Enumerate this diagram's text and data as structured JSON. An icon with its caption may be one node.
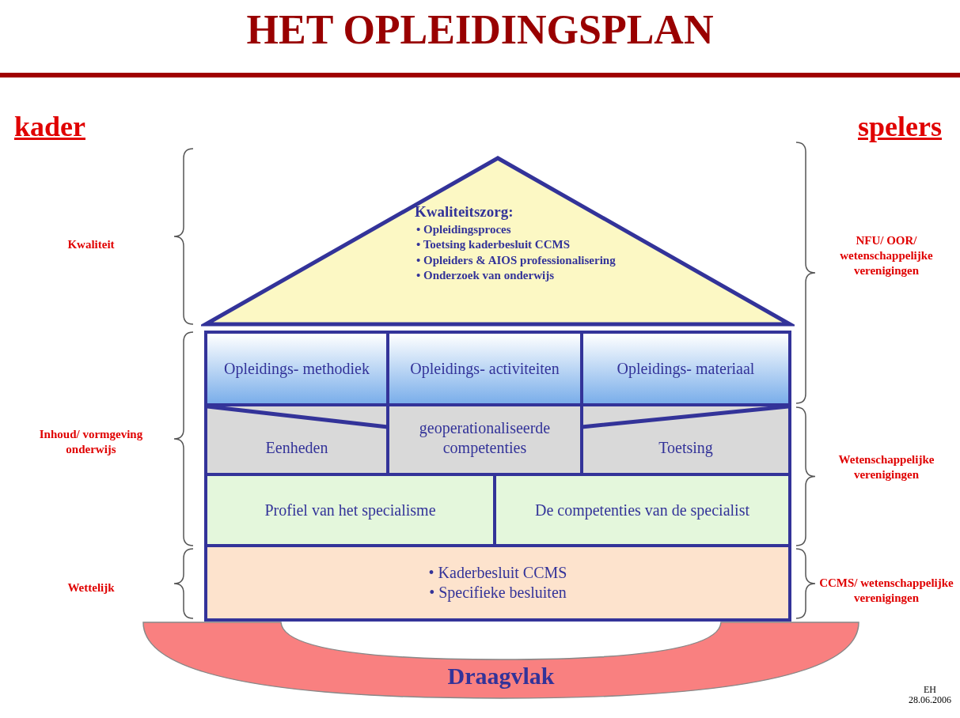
{
  "diagram": {
    "title": "HET OPLEIDINGSPLAN",
    "nodes": [
      {
        "text": [
          "Kwaliteitszorg:",
          "• Opleidingsproces",
          "• Toetsing kaderbesluit CCMS",
          "• Opleiders & AIOS professionalisering",
          "• Onderzoek van onderwijs"
        ]
      },
      {
        "text": [
          "Opleidings- methodiek"
        ]
      },
      {
        "text": [
          "Opleidings- activiteiten"
        ]
      },
      {
        "text": [
          "Opleidings- materiaal"
        ]
      },
      {
        "text": [
          "Eenheden"
        ]
      },
      {
        "text": [
          "geoperationaliseerde competenties"
        ]
      },
      {
        "text": [
          "Toetsing"
        ]
      },
      {
        "text": [
          "Profiel van het specialisme"
        ]
      },
      {
        "text": [
          "De competenties van de specialist"
        ]
      },
      {
        "text": [
          "• Kaderbesluit CCMS",
          "• Specifieke besluiten"
        ]
      },
      {
        "text": [
          "Draagvlak"
        ]
      }
    ],
    "edges": [],
    "labels": [
      "kader",
      "spelers",
      "Kwaliteit",
      "NFU/ OOR/ wetenschappelijke verenigingen",
      "Inhoud/ vormgeving onderwijs",
      "Wetenschappelijke verenigingen",
      "Wettelijk",
      "CCMS/ wetenschappelijke verenigingen",
      "EH 28.06.2006"
    ]
  }
}
